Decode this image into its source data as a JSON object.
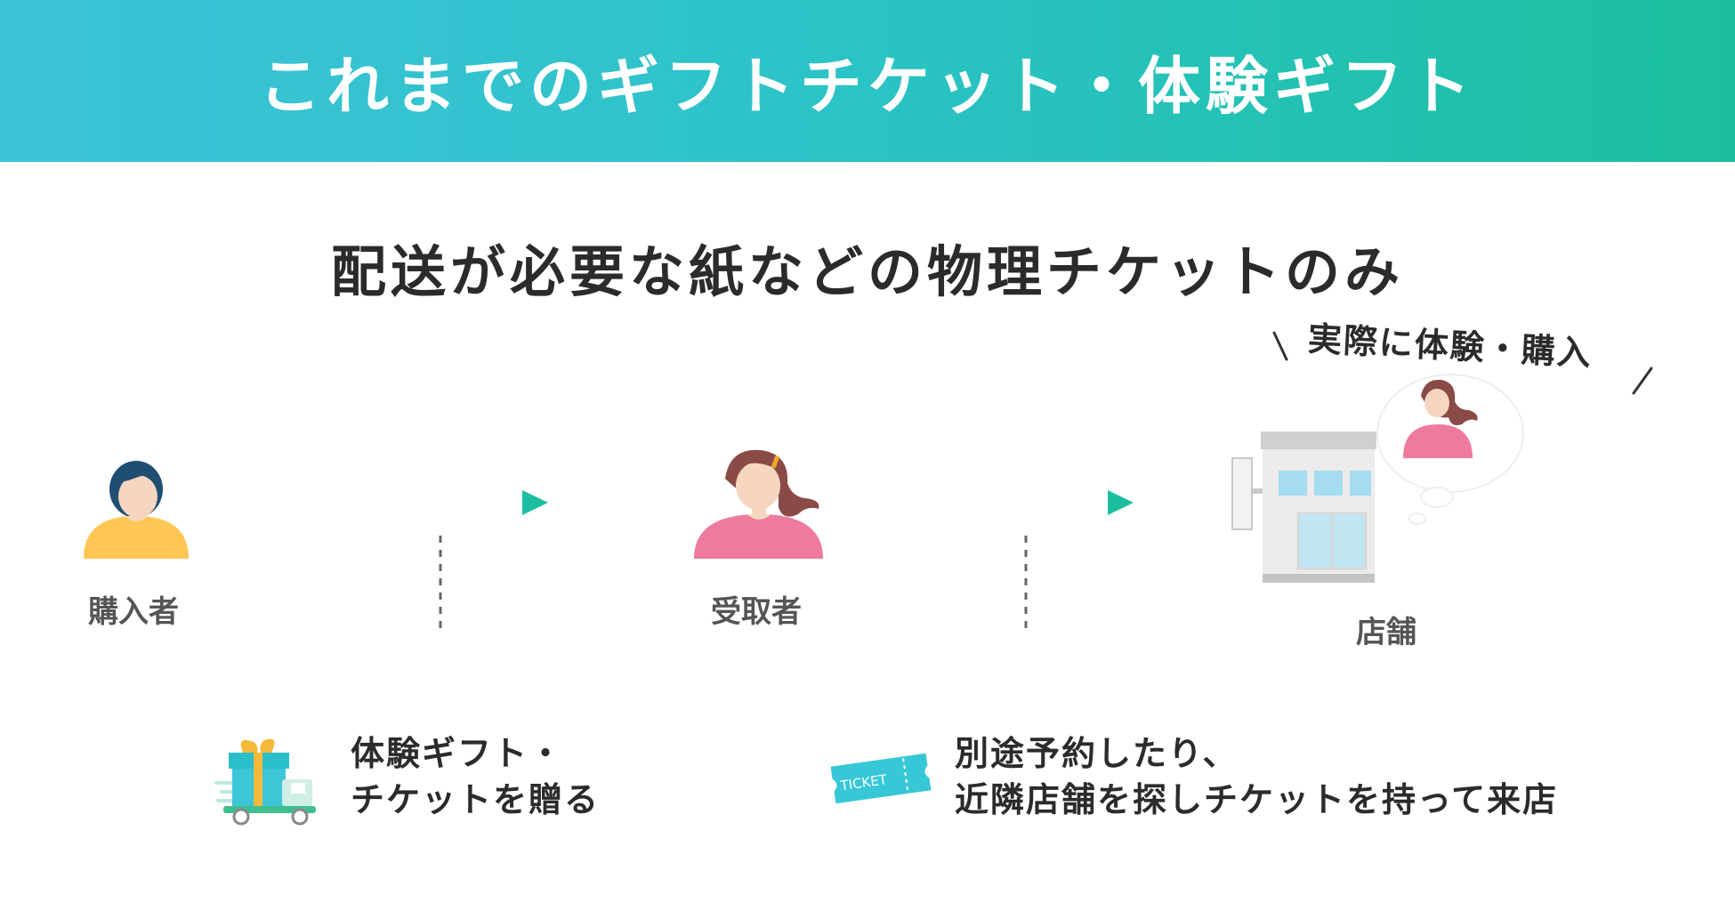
{
  "header": {
    "title": "これまでのギフトチケット・体験ギフト"
  },
  "subtitle": "配送が必要な紙などの物理チケットのみ",
  "actors": {
    "buyer": "購入者",
    "receiver": "受取者",
    "store": "店舗"
  },
  "bubble": {
    "text": "実際に体験・購入"
  },
  "steps": {
    "step1": {
      "line1": "体験ギフト・",
      "line2": "チケットを贈る"
    },
    "step2": {
      "line1": "別途予約したり、",
      "line2": "近隣店舗を探しチケットを持って来店"
    }
  },
  "ticket_text": "TICKET",
  "colors": {
    "banner_start": "#3dc3d8",
    "banner_end": "#1bbf9f",
    "arrow_start": "#3cc6d6",
    "arrow_end": "#1bbf9f",
    "buyer_shirt": "#ffc655",
    "buyer_hair": "#1f4e73",
    "receiver_shirt": "#ee7a9c",
    "receiver_hair": "#8a4a45"
  },
  "icons": [
    "buyer-person-icon",
    "receiver-person-icon",
    "store-building-icon",
    "thought-bubble-icon",
    "gift-truck-icon",
    "ticket-icon"
  ]
}
